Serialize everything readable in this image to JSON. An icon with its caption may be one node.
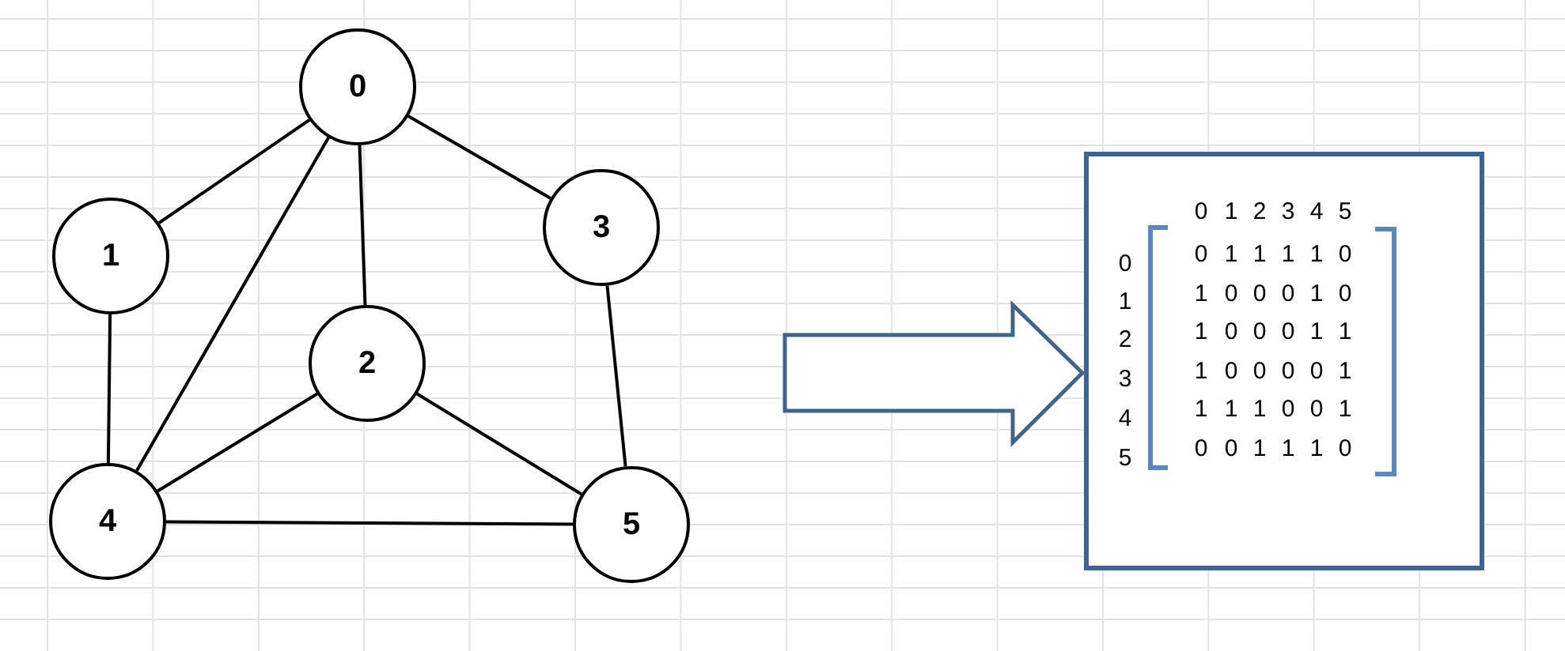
{
  "diagram": {
    "nodes": [
      {
        "text": [
          "0"
        ]
      },
      {
        "text": [
          "1"
        ]
      },
      {
        "text": [
          "2"
        ]
      },
      {
        "text": [
          "3"
        ]
      },
      {
        "text": [
          "4"
        ]
      },
      {
        "text": [
          "5"
        ]
      },
      {
        "text": [],
        "shape": "box"
      }
    ],
    "edges": [
      {
        "from": 0,
        "to": 1,
        "arrow": "none"
      },
      {
        "from": 0,
        "to": 2,
        "arrow": "none"
      },
      {
        "from": 0,
        "to": 3,
        "arrow": "none"
      },
      {
        "from": 0,
        "to": 4,
        "arrow": "none"
      },
      {
        "from": 1,
        "to": 4,
        "arrow": "none"
      },
      {
        "from": 2,
        "to": 4,
        "arrow": "none"
      },
      {
        "from": 2,
        "to": 5,
        "arrow": "none"
      },
      {
        "from": 3,
        "to": 5,
        "arrow": "none"
      },
      {
        "from": 4,
        "to": 5,
        "arrow": "none"
      },
      {
        "from": null,
        "to": 6,
        "arrow": "to",
        "style": "thick"
      }
    ],
    "labels": [
      "0",
      "1",
      "2",
      "3",
      "4",
      "5",
      "0",
      "0",
      "1",
      "1",
      "1",
      "1",
      "0",
      "1",
      "1",
      "0",
      "0",
      "0",
      "1",
      "0",
      "2",
      "1",
      "0",
      "0",
      "0",
      "1",
      "1",
      "3",
      "1",
      "0",
      "0",
      "0",
      "0",
      "1",
      "4",
      "1",
      "1",
      "1",
      "0",
      "0",
      "1",
      "5",
      "0",
      "0",
      "1",
      "1",
      "1",
      "0"
    ]
  }
}
